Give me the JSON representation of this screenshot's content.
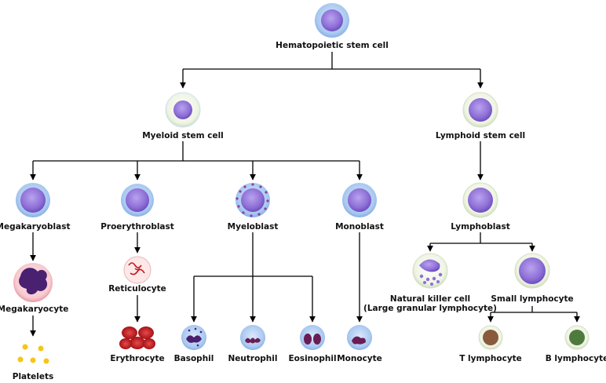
{
  "labels": {
    "hsc": "Hematopoietic stem cell",
    "myeloid_stem": "Myeloid stem cell",
    "lymphoid_stem": "Lymphoid stem cell",
    "megakaryoblast": "Megakaryoblast",
    "proerythroblast": "Proerythroblast",
    "myeloblast": "Myeloblast",
    "monoblast": "Monoblast",
    "lymphoblast": "Lymphoblast",
    "megakaryocyte": "Megakaryocyte",
    "reticulocyte": "Reticulocyte",
    "platelets": "Platelets",
    "erythrocyte": "Erythrocyte",
    "basophil": "Basophil",
    "neutrophil": "Neutrophil",
    "eosinophil": "Eosinophil",
    "monocyte": "Monocyte",
    "nk_cell": "Natural killer cell",
    "nk_cell_sub": "(Large granular lymphocyte)",
    "small_lymphocyte": "Small lymphocyte",
    "t_lymphocyte": "T lymphocyte",
    "b_lymphocyte": "B lymphocyte"
  },
  "colors": {
    "line": "#000000",
    "nucleus": "#8e6fd6",
    "cytoplasm_blue": "#a9c8f0",
    "cytoplasm_green": "#e6f0d8",
    "platelet": "#f5c518",
    "erythrocyte": "#c4161c",
    "megakaryocyte_nucleus": "#4a2070",
    "megakaryocyte_cytoplasm": "#f7c9cf"
  }
}
